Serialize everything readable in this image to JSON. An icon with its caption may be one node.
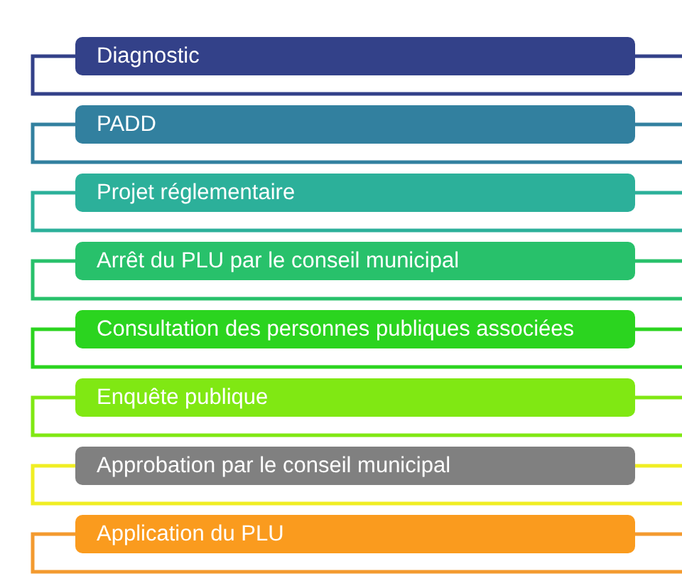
{
  "diagram": {
    "nodes": [
      {
        "text": [
          "Diagnostic"
        ]
      },
      {
        "text": [
          "PADD"
        ]
      },
      {
        "text": [
          "Projet réglementaire"
        ]
      },
      {
        "text": [
          "Arrêt du PLU par le conseil municipal"
        ]
      },
      {
        "text": [
          "Consultation des personnes publiques associées"
        ]
      },
      {
        "text": [
          "Enquête publique"
        ]
      },
      {
        "text": [
          "Approbation par le conseil municipal"
        ]
      },
      {
        "text": [
          "Application du PLU"
        ]
      }
    ],
    "edges": [
      {
        "from": 0,
        "to": null,
        "arrow": "none",
        "color": "#334189"
      },
      {
        "from": 0,
        "to": null,
        "arrow": "none",
        "color": "#334189"
      },
      {
        "from": 1,
        "to": null,
        "arrow": "none",
        "color": "#32809f"
      },
      {
        "from": 1,
        "to": null,
        "arrow": "none",
        "color": "#32809f"
      },
      {
        "from": 2,
        "to": null,
        "arrow": "none",
        "color": "#2cb09a"
      },
      {
        "from": 2,
        "to": null,
        "arrow": "none",
        "color": "#2cb09a"
      },
      {
        "from": 3,
        "to": null,
        "arrow": "none",
        "color": "#28c16b"
      },
      {
        "from": 3,
        "to": null,
        "arrow": "none",
        "color": "#28c16b"
      },
      {
        "from": 4,
        "to": null,
        "arrow": "none",
        "color": "#2bd41f"
      },
      {
        "from": 4,
        "to": null,
        "arrow": "none",
        "color": "#2bd41f"
      },
      {
        "from": 5,
        "to": null,
        "arrow": "none",
        "color": "#80e813"
      },
      {
        "from": 5,
        "to": null,
        "arrow": "none",
        "color": "#80e813"
      },
      {
        "from": 6,
        "to": null,
        "arrow": "none",
        "color": "#f0ee23"
      },
      {
        "from": 6,
        "to": null,
        "arrow": "none",
        "color": "#f0ee23"
      },
      {
        "from": 7,
        "to": null,
        "arrow": "none",
        "color": "#f39a2f"
      },
      {
        "from": 7,
        "to": null,
        "arrow": "none",
        "color": "#f39a2f"
      }
    ]
  }
}
